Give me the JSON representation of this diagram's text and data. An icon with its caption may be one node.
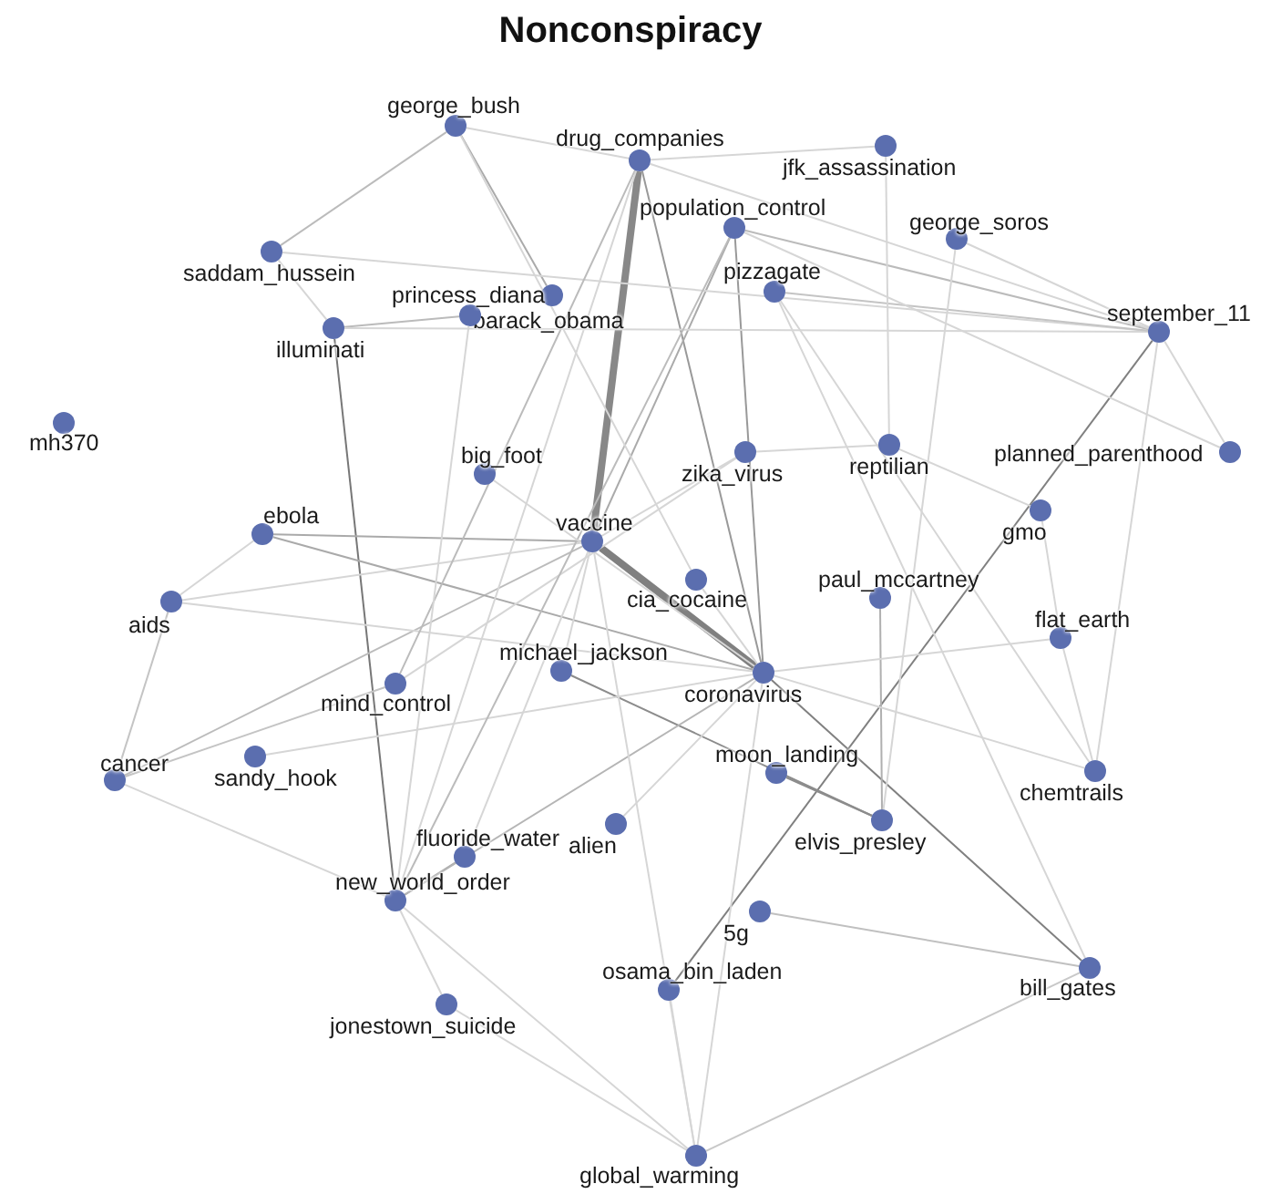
{
  "diagram": {
    "title": "Nonconspiracy",
    "nodes": [
      {
        "text": [
          "george_bush"
        ]
      },
      {
        "text": [
          "drug_companies"
        ]
      },
      {
        "text": [
          "jfk_assassination"
        ]
      },
      {
        "text": [
          "saddam_hussein"
        ]
      },
      {
        "text": [
          "population_control"
        ]
      },
      {
        "text": [
          "george_soros"
        ]
      },
      {
        "text": [
          "pizzagate"
        ]
      },
      {
        "text": [
          "barack_obama"
        ]
      },
      {
        "text": [
          "princess_diana"
        ]
      },
      {
        "text": [
          "illuminati"
        ]
      },
      {
        "text": [
          "september_11"
        ]
      },
      {
        "text": [
          "mh370"
        ]
      },
      {
        "text": [
          "big_foot"
        ]
      },
      {
        "text": [
          "zika_virus"
        ]
      },
      {
        "text": [
          "reptilian"
        ]
      },
      {
        "text": [
          "planned_parenthood"
        ]
      },
      {
        "text": [
          "vaccine"
        ]
      },
      {
        "text": [
          "ebola"
        ]
      },
      {
        "text": [
          "gmo"
        ]
      },
      {
        "text": [
          "cia_cocaine"
        ]
      },
      {
        "text": [
          "paul_mccartney"
        ]
      },
      {
        "text": [
          "aids"
        ]
      },
      {
        "text": [
          "flat_earth"
        ]
      },
      {
        "text": [
          "michael_jackson"
        ]
      },
      {
        "text": [
          "coronavirus"
        ]
      },
      {
        "text": [
          "mind_control"
        ]
      },
      {
        "text": [
          "cancer"
        ]
      },
      {
        "text": [
          "sandy_hook"
        ]
      },
      {
        "text": [
          "moon_landing"
        ]
      },
      {
        "text": [
          "chemtrails"
        ]
      },
      {
        "text": [
          "alien"
        ]
      },
      {
        "text": [
          "fluoride_water"
        ]
      },
      {
        "text": [
          "elvis_presley"
        ]
      },
      {
        "text": [
          "new_world_order"
        ]
      },
      {
        "text": [
          "5g"
        ]
      },
      {
        "text": [
          "osama_bin_laden"
        ]
      },
      {
        "text": [
          "bill_gates"
        ]
      },
      {
        "text": [
          "jonestown_suicide"
        ]
      },
      {
        "text": [
          "global_warming"
        ]
      }
    ],
    "edges": [
      {
        "from": 16,
        "to": 24,
        "arrow": "none",
        "style": "thick",
        "color": "#808080"
      },
      {
        "from": 1,
        "to": 16,
        "arrow": "none",
        "style": "thick",
        "color": "#888888"
      },
      {
        "from": 9,
        "to": 33,
        "arrow": "none",
        "color": "#777777"
      },
      {
        "from": 10,
        "to": 35,
        "arrow": "none",
        "color": "#808080"
      },
      {
        "from": 24,
        "to": 36,
        "arrow": "none",
        "color": "#808080"
      },
      {
        "from": 23,
        "to": 32,
        "arrow": "none",
        "color": "#8c8c8c"
      },
      {
        "from": 28,
        "to": 32,
        "arrow": "none",
        "color": "#8c8c8c"
      },
      {
        "from": 1,
        "to": 24,
        "arrow": "none",
        "color": "#999999"
      },
      {
        "from": 4,
        "to": 24,
        "arrow": "none",
        "color": "#999999"
      },
      {
        "from": 4,
        "to": 16,
        "arrow": "none",
        "color": "#aaaaaa"
      },
      {
        "from": 20,
        "to": 32,
        "arrow": "none",
        "color": "#b0b0b0"
      },
      {
        "from": 0,
        "to": 7,
        "arrow": "none",
        "color": "#aaaaaa"
      },
      {
        "from": 0,
        "to": 3,
        "arrow": "none",
        "color": "#bbbbbb"
      },
      {
        "from": 17,
        "to": 16,
        "arrow": "none",
        "color": "#aaaaaa"
      },
      {
        "from": 33,
        "to": 31,
        "arrow": "none",
        "color": "#aaaaaa"
      },
      {
        "from": 33,
        "to": 24,
        "arrow": "none",
        "color": "#b5b5b5"
      },
      {
        "from": 26,
        "to": 16,
        "arrow": "none",
        "color": "#bbbbbb"
      },
      {
        "from": 27,
        "to": 24,
        "arrow": "none"
      },
      {
        "from": 34,
        "to": 36,
        "arrow": "none",
        "color": "#c0c0c0"
      },
      {
        "from": 38,
        "to": 36,
        "arrow": "none",
        "color": "#c8c8c8"
      },
      {
        "from": 9,
        "to": 8,
        "arrow": "none",
        "color": "#bbbbbb"
      },
      {
        "from": 9,
        "to": 10,
        "arrow": "none"
      },
      {
        "from": 3,
        "to": 10,
        "arrow": "none"
      },
      {
        "from": 4,
        "to": 10,
        "arrow": "none",
        "color": "#bbbbbb"
      },
      {
        "from": 6,
        "to": 10,
        "arrow": "none",
        "color": "#c4c4c4"
      },
      {
        "from": 1,
        "to": 10,
        "arrow": "none"
      },
      {
        "from": 6,
        "to": 36,
        "arrow": "none"
      },
      {
        "from": 6,
        "to": 29,
        "arrow": "none"
      },
      {
        "from": 21,
        "to": 17,
        "arrow": "none"
      },
      {
        "from": 21,
        "to": 24,
        "arrow": "none"
      },
      {
        "from": 21,
        "to": 16,
        "arrow": "none"
      },
      {
        "from": 26,
        "to": 21,
        "arrow": "none",
        "color": "#c4c4c4"
      },
      {
        "from": 26,
        "to": 25,
        "arrow": "none",
        "color": "#c4c4c4"
      },
      {
        "from": 26,
        "to": 33,
        "arrow": "none"
      },
      {
        "from": 17,
        "to": 24,
        "arrow": "none",
        "color": "#aaaaaa"
      },
      {
        "from": 25,
        "to": 13,
        "arrow": "none"
      },
      {
        "from": 25,
        "to": 1,
        "arrow": "none",
        "color": "#bbbbbb"
      },
      {
        "from": 33,
        "to": 4,
        "arrow": "none",
        "color": "#bbbbbb"
      },
      {
        "from": 33,
        "to": 1,
        "arrow": "none"
      },
      {
        "from": 13,
        "to": 16,
        "arrow": "none"
      },
      {
        "from": 13,
        "to": 14,
        "arrow": "none"
      },
      {
        "from": 14,
        "to": 18,
        "arrow": "none"
      },
      {
        "from": 18,
        "to": 22,
        "arrow": "none"
      },
      {
        "from": 22,
        "to": 29,
        "arrow": "none"
      },
      {
        "from": 22,
        "to": 24,
        "arrow": "none"
      },
      {
        "from": 29,
        "to": 24,
        "arrow": "none"
      },
      {
        "from": 38,
        "to": 24,
        "arrow": "none"
      },
      {
        "from": 38,
        "to": 35,
        "arrow": "none"
      },
      {
        "from": 38,
        "to": 16,
        "arrow": "none"
      },
      {
        "from": 37,
        "to": 33,
        "arrow": "none"
      },
      {
        "from": 37,
        "to": 38,
        "arrow": "none"
      },
      {
        "from": 33,
        "to": 38,
        "arrow": "none"
      },
      {
        "from": 2,
        "to": 14,
        "arrow": "none"
      },
      {
        "from": 5,
        "to": 32,
        "arrow": "none"
      },
      {
        "from": 4,
        "to": 15,
        "arrow": "none"
      },
      {
        "from": 8,
        "to": 33,
        "arrow": "none"
      },
      {
        "from": 12,
        "to": 24,
        "arrow": "none"
      },
      {
        "from": 30,
        "to": 24,
        "arrow": "none"
      },
      {
        "from": 31,
        "to": 16,
        "arrow": "none"
      },
      {
        "from": 0,
        "to": 19,
        "arrow": "none"
      },
      {
        "from": 23,
        "to": 16,
        "arrow": "none"
      },
      {
        "from": 19,
        "to": 24,
        "arrow": "none"
      },
      {
        "from": 3,
        "to": 9,
        "arrow": "none"
      },
      {
        "from": 0,
        "to": 1,
        "arrow": "none"
      },
      {
        "from": 1,
        "to": 2,
        "arrow": "none"
      },
      {
        "from": 5,
        "to": 10,
        "arrow": "none"
      },
      {
        "from": 10,
        "to": 29,
        "arrow": "none"
      },
      {
        "from": 10,
        "to": 15,
        "arrow": "none"
      }
    ]
  }
}
